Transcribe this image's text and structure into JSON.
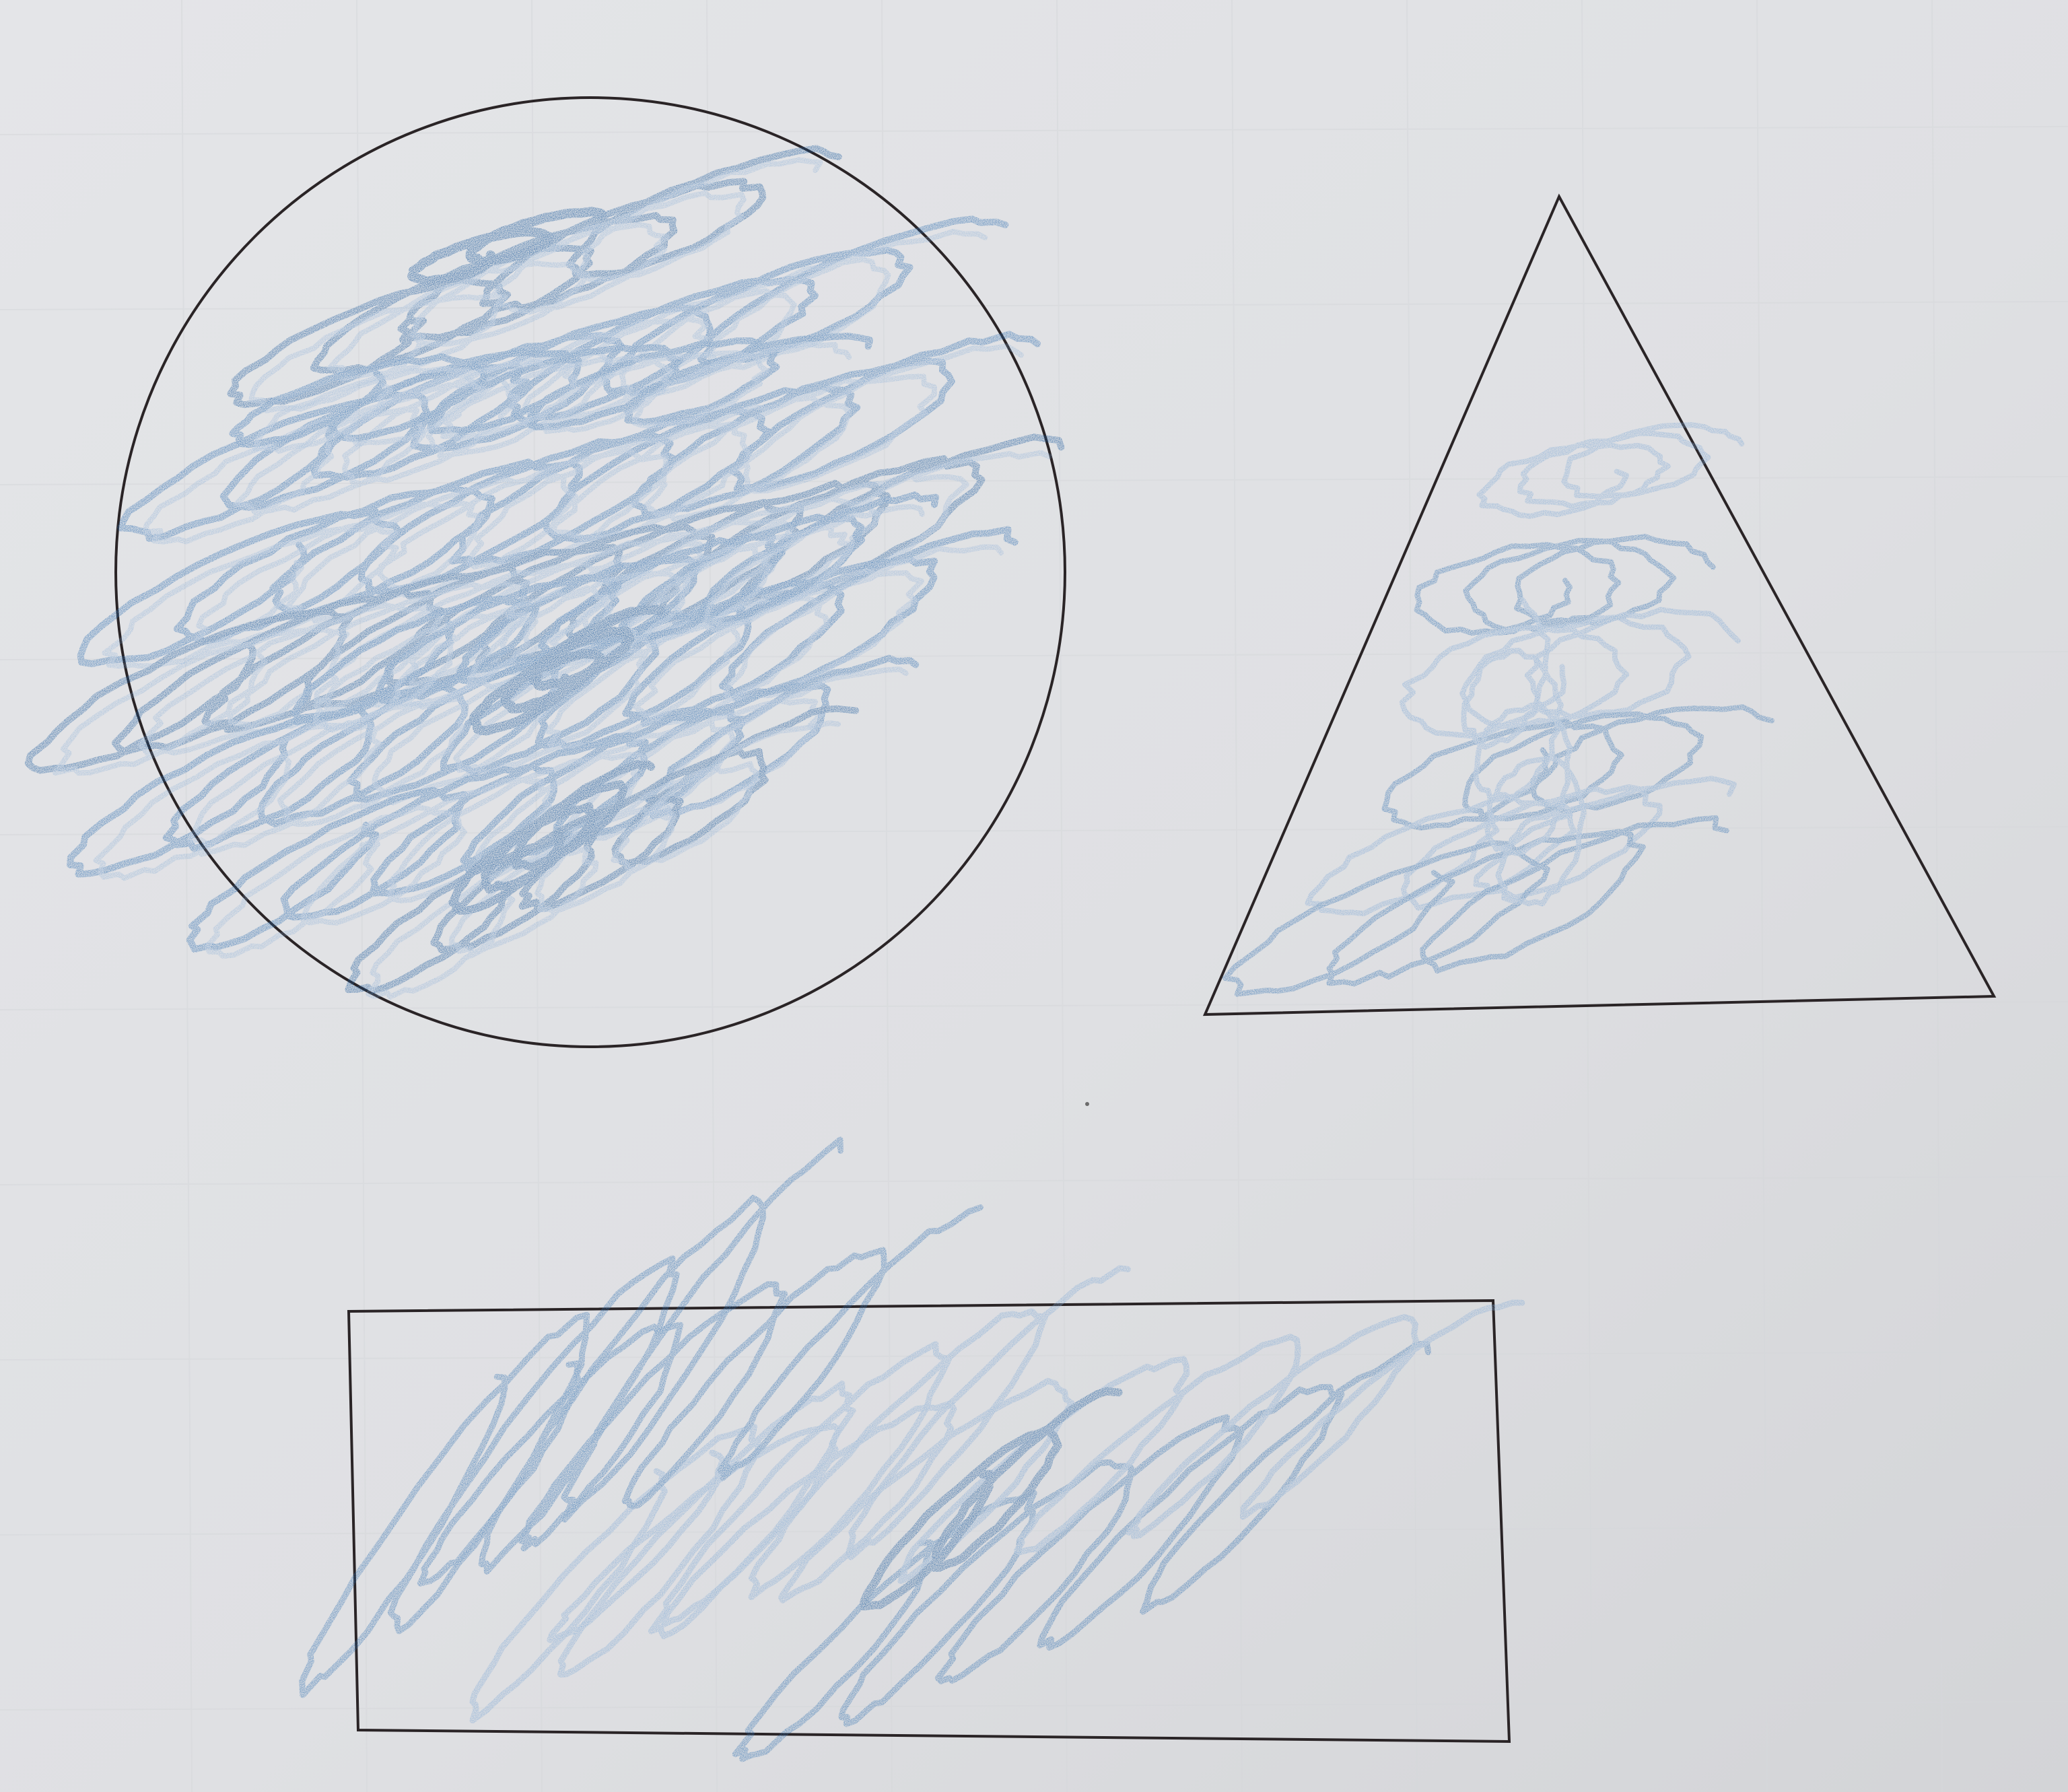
{
  "scene": {
    "paper_color": "#e1e2e5",
    "paper_shadow_color": "#cfd0d3",
    "grid_color": "#d6d8db",
    "outline_color": "#2a2426",
    "crayon_color": "#2f6fb0",
    "crayon_dark_color": "#1f5c9c",
    "crayon_light_color": "#7fa9d6"
  },
  "shapes": [
    {
      "id": "circle",
      "kind": "circle",
      "fill_style": "dense scribble"
    },
    {
      "id": "triangle",
      "kind": "triangle",
      "fill_style": "loose looping scribble"
    },
    {
      "id": "rectangle",
      "kind": "rectangle",
      "fill_style": "diagonal looping scribble"
    }
  ]
}
